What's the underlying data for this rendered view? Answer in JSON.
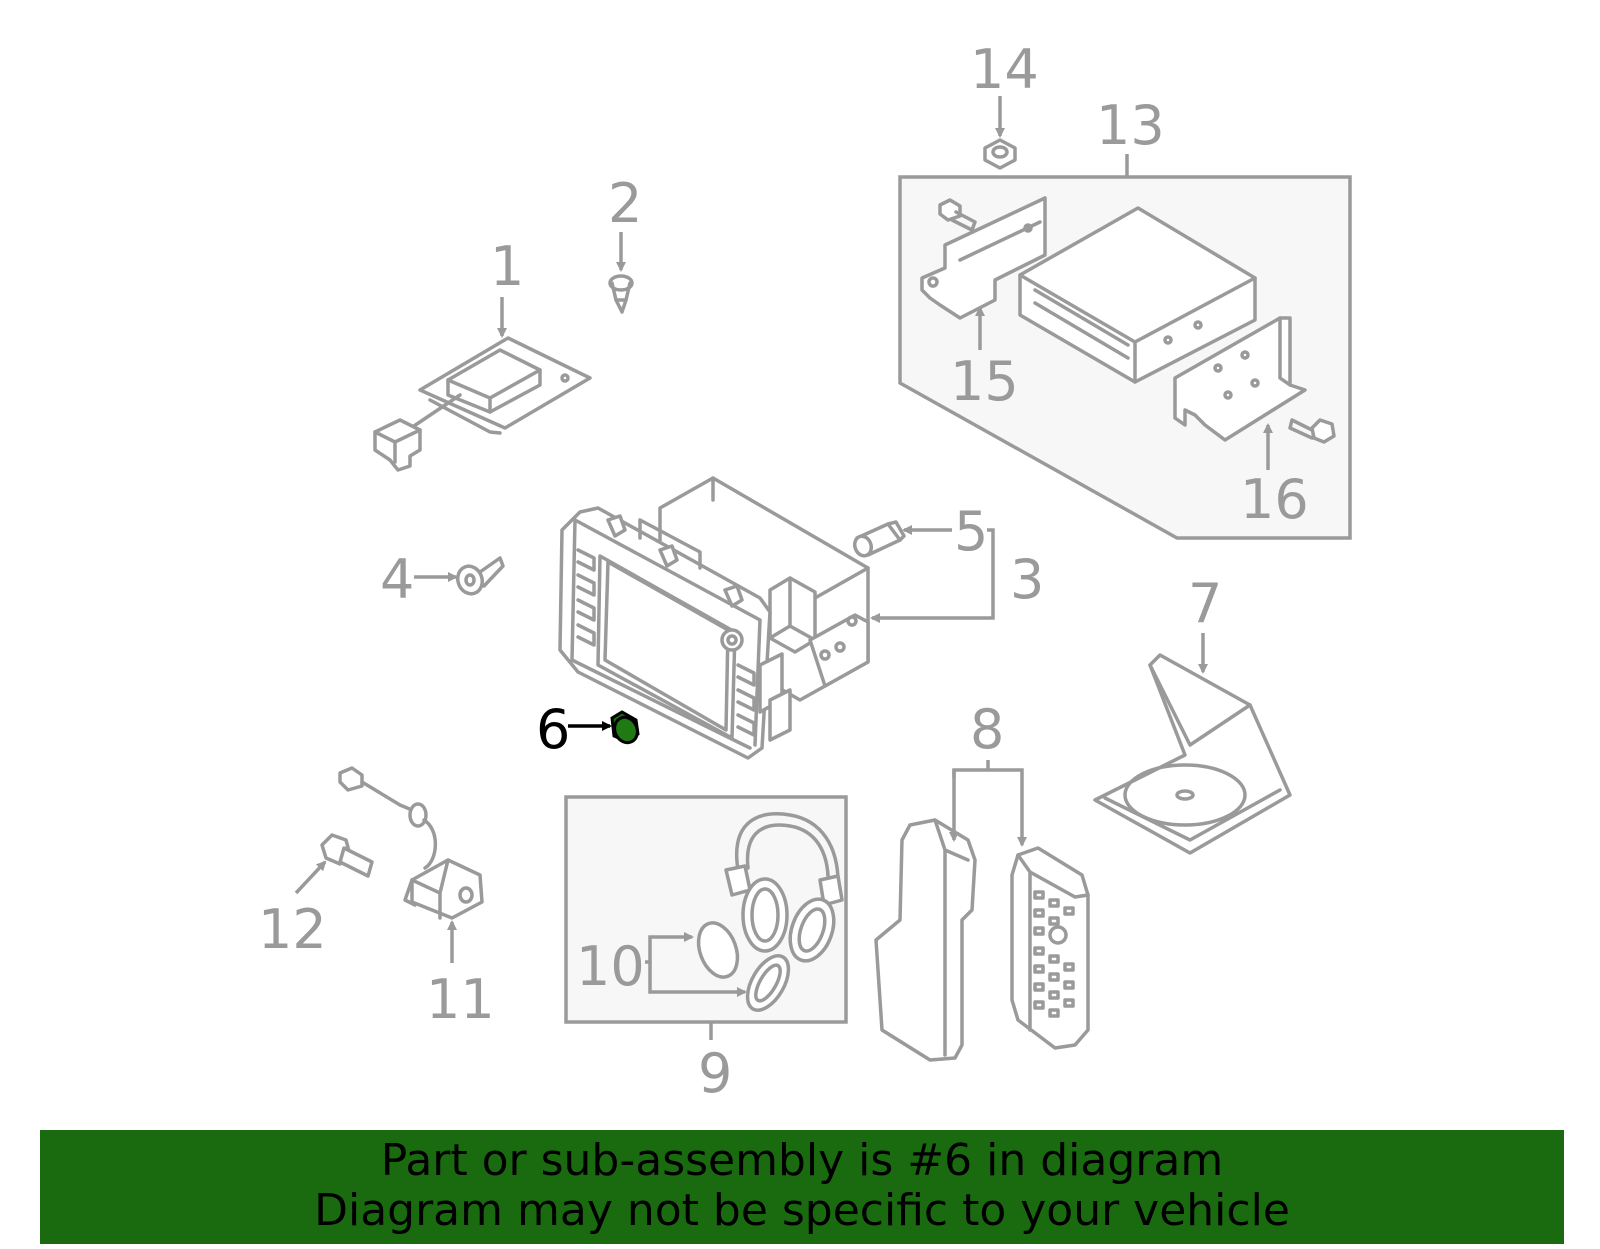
{
  "callouts": {
    "c1": "1",
    "c2": "2",
    "c3": "3",
    "c4": "4",
    "c5": "5",
    "c6": "6",
    "c7": "7",
    "c8": "8",
    "c9": "9",
    "c10": "10",
    "c11": "11",
    "c12": "12",
    "c13": "13",
    "c14": "14",
    "c15": "15",
    "c16": "16"
  },
  "highlight": {
    "part": "6",
    "color": "#1a6b10"
  },
  "colors": {
    "line": "#9a9a9a",
    "banner": "#1a6b10",
    "box_fill": "#f7f7f7"
  },
  "banner": {
    "line1": "Part or sub-assembly is #6 in diagram",
    "line2": "Diagram may not be specific to your vehicle"
  }
}
